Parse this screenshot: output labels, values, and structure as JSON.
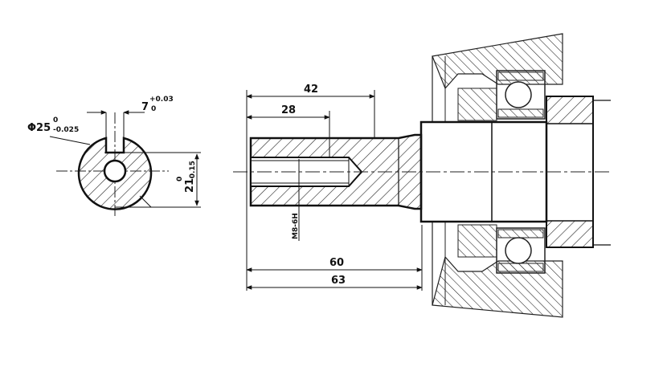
{
  "labels": {
    "diameter_main": "Φ25",
    "diameter_upper_tol": "0",
    "diameter_lower_tol": "-0.025",
    "keyway_width": "7",
    "keyway_upper_tol": "+0.03",
    "keyway_lower_tol": "0",
    "keyway_depth": "21",
    "keyway_depth_upper_tol": "0",
    "keyway_depth_lower_tol": "-0.15",
    "dim_42": "42",
    "dim_28": "28",
    "dim_60": "60",
    "dim_63": "63",
    "thread": "M8-6H"
  }
}
